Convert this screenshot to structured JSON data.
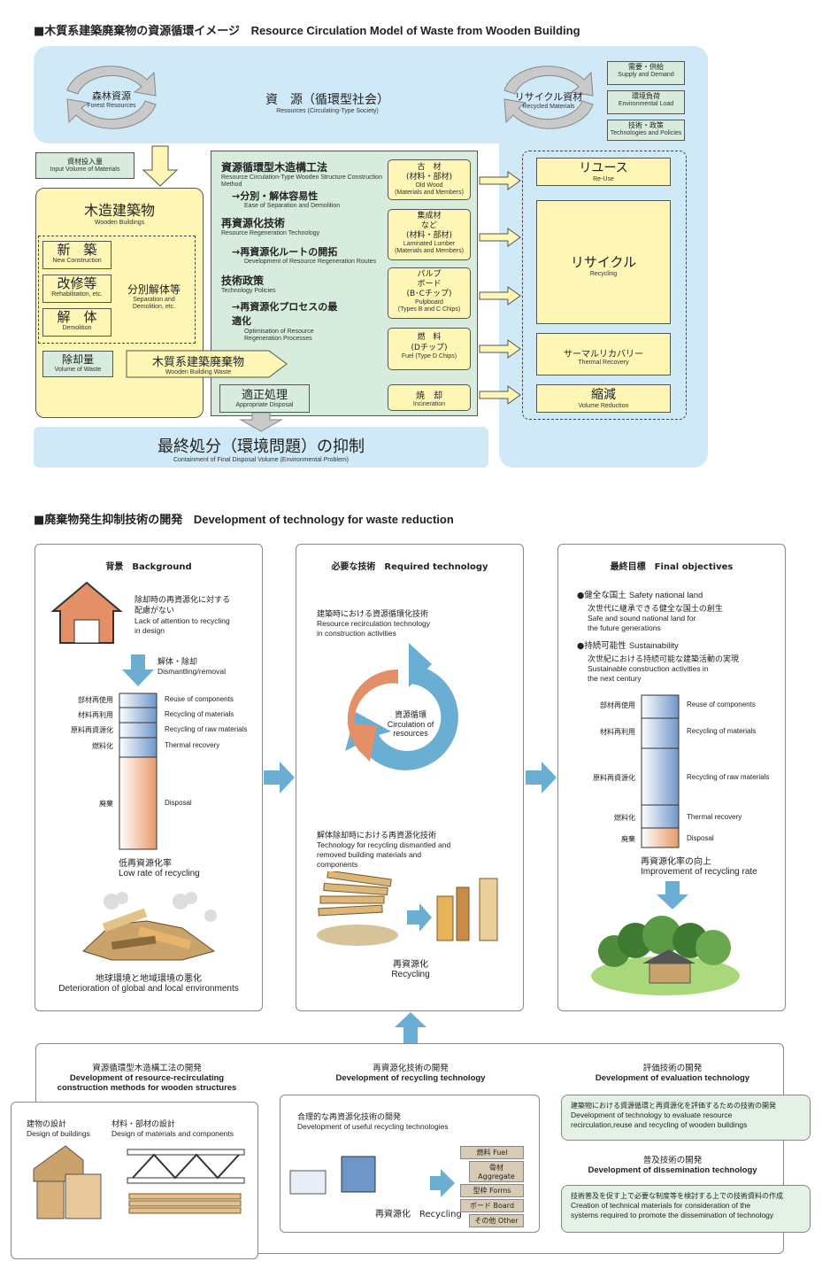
{
  "top": {
    "heading_jp": "■木質系建築廃棄物の資源循環イメージ",
    "heading_en": "Resource Circulation Model of Waste from Wooden Building",
    "forest_jp": "森林資源",
    "forest_en": "Forest Resources",
    "resources_jp": "資　源（循環型社会）",
    "resources_en": "Resources (Circulating-Type Society)",
    "recycled_jp": "リサイクル資材",
    "recycled_en": "Recycled Materials",
    "side": [
      {
        "jp": "需要・供給",
        "en": "Supply and Demand"
      },
      {
        "jp": "環境負荷",
        "en": "Environmental Load"
      },
      {
        "jp": "技術・政策",
        "en": "Technologies and Policies"
      }
    ],
    "input_jp": "資材投入量",
    "input_en": "Input Volume of Materials",
    "wooden_jp": "木造建築物",
    "wooden_en": "Wooden Buildings",
    "new_jp": "新　築",
    "new_en": "New Construction",
    "reh_jp": "改修等",
    "reh_en": "Rehabilitation, etc.",
    "demo_jp": "解　体",
    "demo_en": "Demolition",
    "sep_jp": "分別解体等",
    "sep_en": "Separation and Demolition, etc.",
    "vol_jp": "除却量",
    "vol_en": "Volume of Waste",
    "wbw_jp": "木質系建築廃棄物",
    "wbw_en": "Wooden Building Waste",
    "tech1_jp": "資源循環型木造構工法",
    "tech1_en": "Resource Circulation-Type Wooden Structure Construction Method",
    "tech1a_jp": "→分別・解体容易性",
    "tech1a_en": "Ease of Separation and Demolition",
    "tech2_jp": "再資源化技術",
    "tech2_en": "Resource Regeneration Technology",
    "tech2a_jp": "→再資源化ルートの開拓",
    "tech2a_en": "Development of Resource Regeneration Routes",
    "tech3_jp": "技術政策",
    "tech3_en": "Technology Policies",
    "tech3a_jp": "→再資源化プロセスの最適化",
    "tech3a_en": "Optimisation of Resource Regeneration Processes",
    "appr_jp": "適正処理",
    "appr_en": "Appropriate Disposal",
    "mats": [
      {
        "jp": "古　材\n(材料・部材)",
        "en": "Old Wood\n(Materials and Members)"
      },
      {
        "jp": "集成材\nなど\n(材料・部材)",
        "en": "Laminated Lumber\n(Materials and Members)"
      },
      {
        "jp": "パルプ\nボード\n(B･Cチップ)",
        "en": "Pulpboard\n(Types B and C Chips)"
      },
      {
        "jp": "燃　料\n(Dチップ)",
        "en": "Fuel (Type D Chips)"
      },
      {
        "jp": "焼　却",
        "en": "Incineration"
      }
    ],
    "outs": [
      {
        "jp": "リユース",
        "en": "Re-Use"
      },
      {
        "jp": "リサイクル",
        "en": "Recycling"
      },
      {
        "jp": "サーマルリカバリー",
        "en": "Thermal Recovery"
      },
      {
        "jp": "縮減",
        "en": "Volume Reduction"
      }
    ],
    "final_jp": "最終処分（環境問題）の抑制",
    "final_en": "Containment of Final Disposal Volume (Environmental Problem)"
  },
  "bottom": {
    "heading_jp": "■廃棄物発生抑制技術の開発",
    "heading_en": "Development of technology for waste reduction",
    "bg_title": "背景　Background",
    "bg_text_jp": "除却時の再資源化に対する\n配慮がない",
    "bg_text_en": "Lack of attention to recycling\nin design",
    "dismantle_jp": "解体・除却",
    "dismantle_en": "Dismantling/removal",
    "bar_left_jp": [
      "部材再使用",
      "材料再利用",
      "原料再資源化",
      "燃料化",
      "廃棄"
    ],
    "bar_left_en": [
      "Reuse of components",
      "Recycling of materials",
      "Recycling of raw materials",
      "Thermal recovery",
      "Disposal"
    ],
    "low_jp": "低再資源化率",
    "low_en": "Low rate of recycling",
    "det_jp": "地球環境と地域環境の悪化",
    "det_en": "Deterioration of global and local environments",
    "req_title": "必要な技術　Required technology",
    "req1_jp": "建築時における資源循環化技術",
    "req1_en": "Resource recirculation technology\nin construction activities",
    "circ_jp": "資源循環",
    "circ_en": "Circulation of\nresources",
    "req2_jp": "解体除却時における再資源化技術",
    "req2_en": "Technology for recycling dismantled and\nremoved building materials and\ncomponents",
    "rec_jp": "再資源化",
    "rec_en": "Recycling",
    "fin_title": "最終目標　Final objectives",
    "fin1_jp": "●健全な国土",
    "fin1_en1": "Safety national land",
    "fin1_jp2": "次世代に継承できる健全な国土の創生",
    "fin1_en2": "Safe and sound national land for\nthe future generations",
    "fin2_jp": "●持続可能性",
    "fin2_en1": "Sustainability",
    "fin2_jp2": "次世紀における持続可能な建築活動の実現",
    "fin2_en2": "Sustainable construction activities in\nthe next century",
    "imp_jp": "再資源化率の向上",
    "imp_en": "Improvement of recycling rate",
    "dev1_jp": "資源循環型木造構工法の開発",
    "dev1_en": "Development of resource-recirculating\nconstruction methods for wooden structures",
    "des_jp": "建物の設計",
    "des_en": "Design of buildings",
    "desm_jp": "材料・部材の設計",
    "desm_en": "Design of materials and components",
    "dev2_jp": "再資源化技術の開発",
    "dev2_en": "Development of recycling technology",
    "use_jp": "合理的な再資源化技術の開発",
    "use_en": "Development of useful recycling technologies",
    "rec2": "再資源化　Recycling",
    "tags": [
      "燃料 Fuel",
      "骨材 Aggregate",
      "型枠 Forms",
      "ボード Board",
      "その他 Other"
    ],
    "dev3_jp": "評価技術の開発",
    "dev3_en": "Development of evaluation technology",
    "eval_jp": "建築物における資源循環と再資源化を評価するための技術の開発",
    "eval_en": "Development of technology to evaluate resource\nrecirculation,reuse and recycling of wooden buildings",
    "dev4_jp": "普及技術の開発",
    "dev4_en": "Development of dissemination technology",
    "diss_jp": "技術普及を促す上で必要な制度等を検討する上での技術資料の作成",
    "diss_en": "Creation of technical materials for consideration of the\nsystems required to promote the dissemination of technology"
  }
}
